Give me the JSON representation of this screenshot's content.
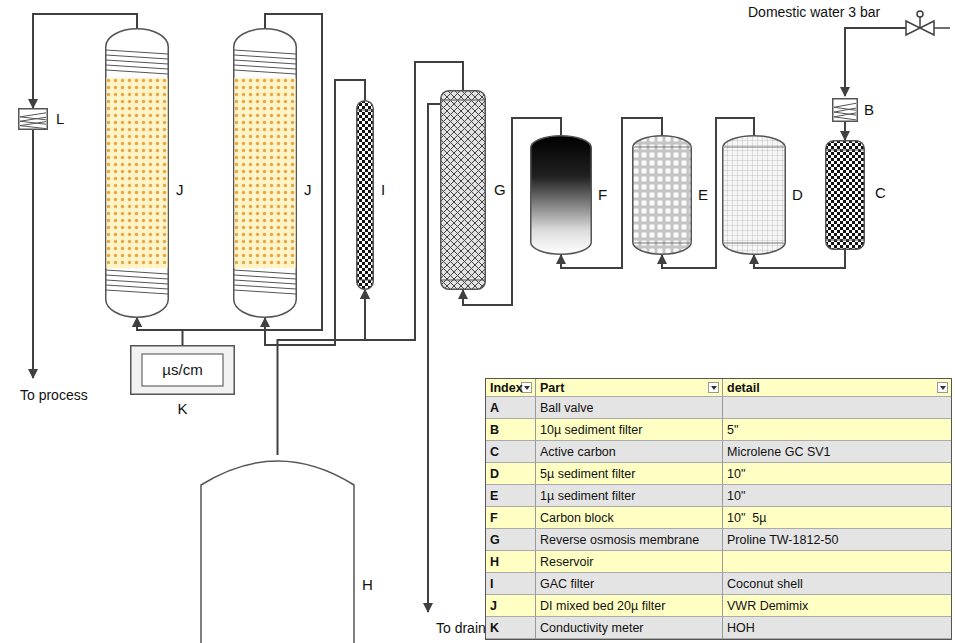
{
  "diagram": {
    "nodes": [
      {
        "text": [
          "B"
        ]
      },
      {
        "text": [
          "C"
        ]
      },
      {
        "text": [
          "D"
        ]
      },
      {
        "text": [
          "E"
        ]
      },
      {
        "text": [
          "F"
        ]
      },
      {
        "text": [
          "G"
        ]
      },
      {
        "text": [
          "I"
        ]
      },
      {
        "text": [
          "H"
        ]
      },
      {
        "text": [
          "J"
        ]
      },
      {
        "text": [
          "J"
        ]
      },
      {
        "text": [
          "µs/cm",
          "K"
        ]
      },
      {
        "text": [
          "L"
        ]
      }
    ],
    "edges": [
      {
        "from": 0,
        "to": 1,
        "arrow": "to"
      },
      {
        "from": 1,
        "to": 2,
        "arrow": "to"
      },
      {
        "from": 2,
        "to": 3,
        "arrow": "to"
      },
      {
        "from": 3,
        "to": 4,
        "arrow": "to"
      },
      {
        "from": 4,
        "to": 5,
        "arrow": "to"
      },
      {
        "from": 5,
        "to": 6,
        "arrow": "to"
      },
      {
        "from": 7,
        "to": 6,
        "arrow": "to"
      },
      {
        "from": 6,
        "to": 8,
        "arrow": "to"
      },
      {
        "from": 8,
        "to": 9,
        "arrow": "to"
      },
      {
        "from": 10,
        "to": 9,
        "arrow": "to"
      },
      {
        "from": 9,
        "to": 11,
        "arrow": "to"
      }
    ],
    "labels": [
      "Domestic water 3 bar",
      "To process",
      "To drain",
      "Index",
      "Part",
      "detail",
      "A",
      "Ball valve",
      "B",
      "10µ sediment filter",
      "5\"",
      "C",
      "Active carbon",
      "Microlene GC SV1",
      "D",
      "5µ sediment filter",
      "10\"",
      "E",
      "1µ sediment filter",
      "10\"",
      "F",
      "Carbon block",
      "10\"  5µ",
      "G",
      "Reverse osmosis membrane",
      "Proline TW-1812-50",
      "H",
      "Reservoir",
      "I",
      "GAC filter",
      "Coconut shell",
      "J",
      "DI mixed bed 20µ filter",
      "VWR Demimix",
      "K",
      "Conductivity meter",
      "HOH"
    ]
  }
}
